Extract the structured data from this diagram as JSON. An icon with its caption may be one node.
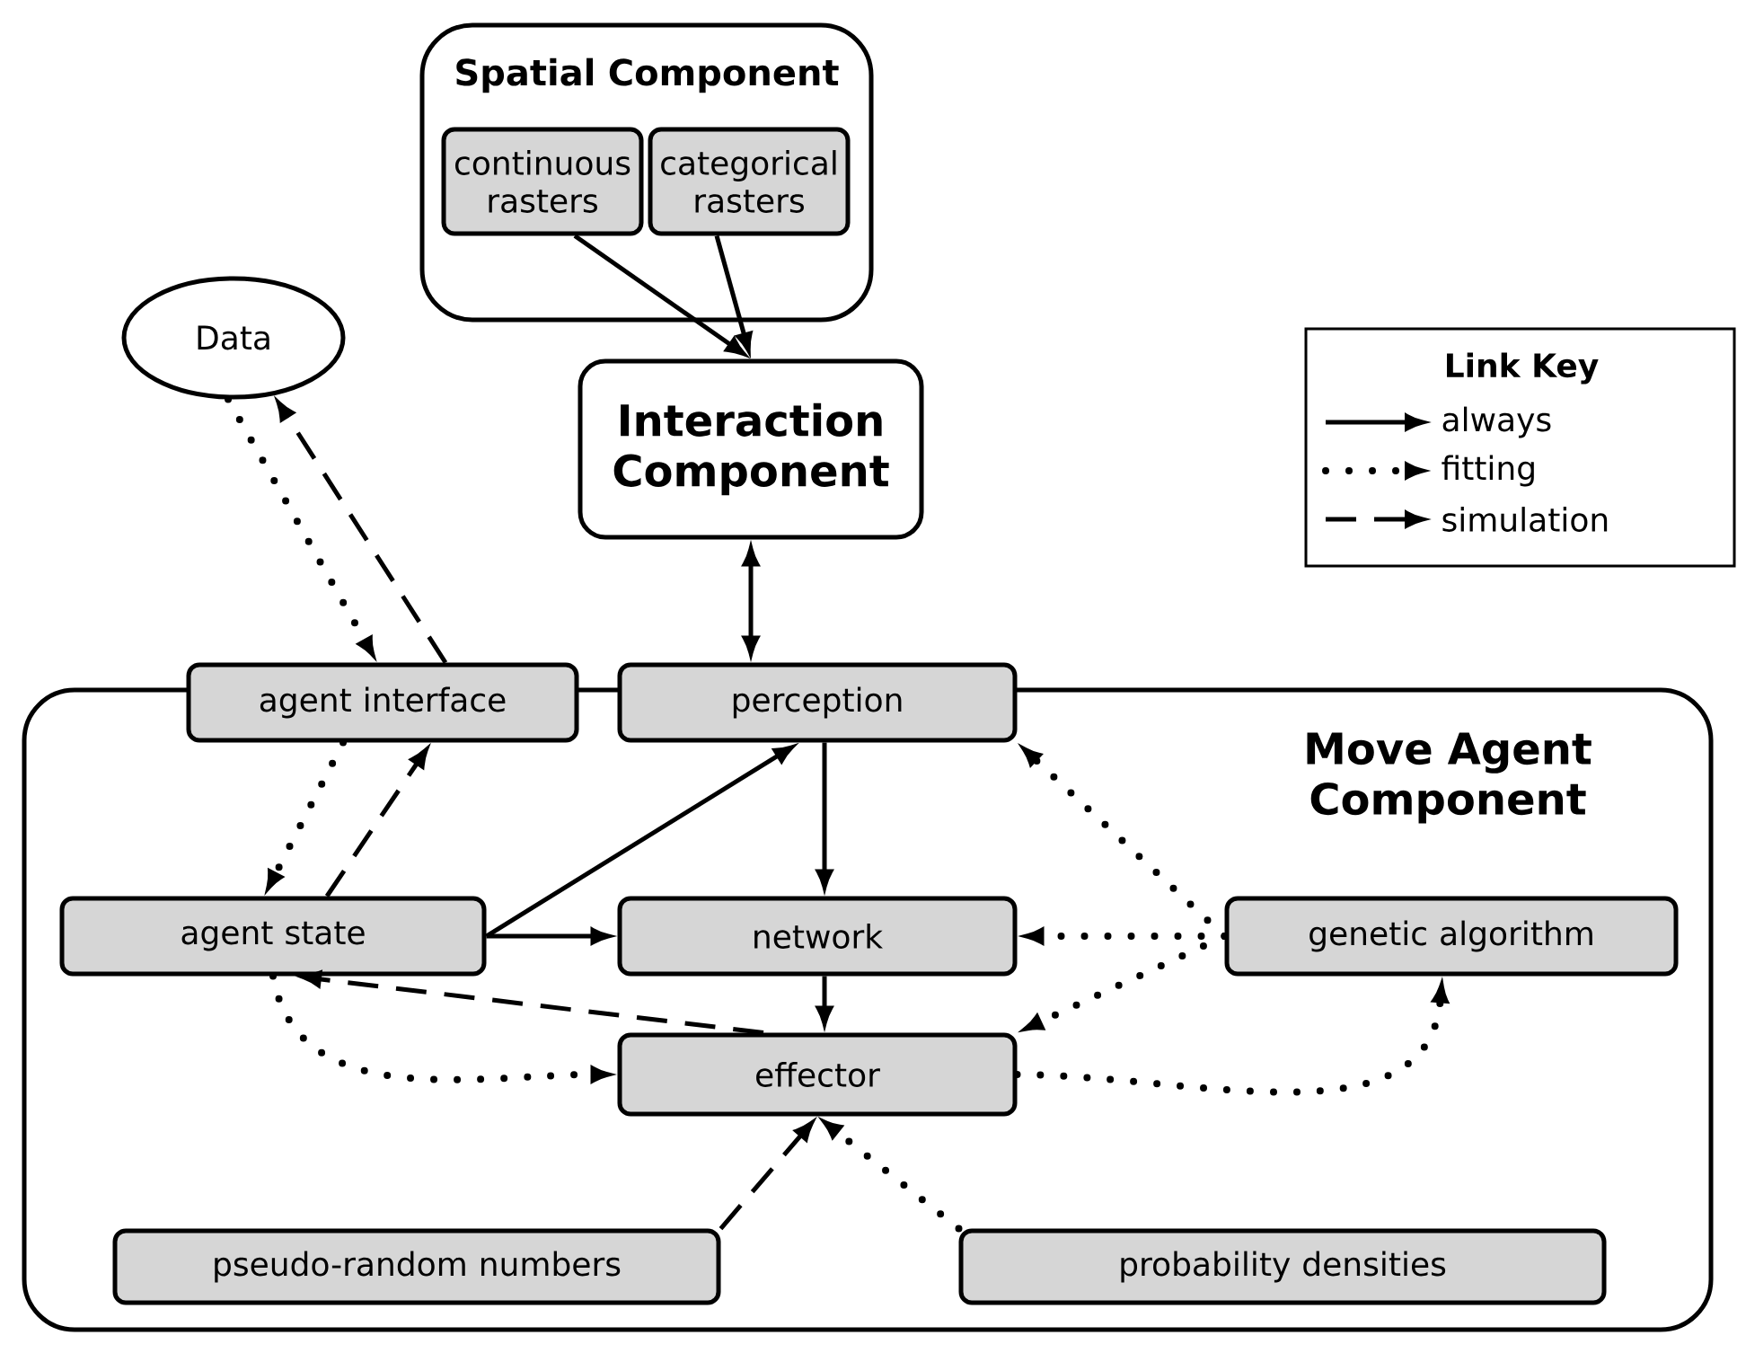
{
  "diagram": {
    "nodes": [
      {
        "text": [
          "Spatial Component"
        ]
      },
      {
        "text": [
          "continuous rasters"
        ],
        "in": 0
      },
      {
        "text": [
          "categorical rasters"
        ],
        "in": 0
      },
      {
        "text": [
          "Interaction Component"
        ]
      },
      {
        "text": [
          "Data"
        ]
      },
      {
        "text": [
          "agent interface"
        ]
      },
      {
        "text": [
          "perception"
        ]
      },
      {
        "text": [
          "Move Agent Component"
        ]
      },
      {
        "text": [
          "agent state"
        ],
        "in": 7
      },
      {
        "text": [
          "network"
        ],
        "in": 7
      },
      {
        "text": [
          "genetic algorithm"
        ],
        "in": 7
      },
      {
        "text": [
          "effector"
        ],
        "in": 7
      },
      {
        "text": [
          "pseudo-random numbers"
        ],
        "in": 7
      },
      {
        "text": [
          "probability densities"
        ],
        "in": 7
      }
    ],
    "edges": [
      {
        "from": 1,
        "to": 3,
        "arrow": "to"
      },
      {
        "from": 2,
        "to": 3,
        "arrow": "to"
      },
      {
        "from": 3,
        "to": 6,
        "arrow": "both"
      },
      {
        "from": 4,
        "to": 5,
        "arrow": "to",
        "style": "dashed"
      },
      {
        "from": 5,
        "to": 4,
        "arrow": "to",
        "style": "dashed"
      },
      {
        "from": 8,
        "to": 5,
        "arrow": "to",
        "style": "dashed"
      },
      {
        "from": 5,
        "to": 8,
        "arrow": "to",
        "style": "dashed"
      },
      {
        "from": 8,
        "to": 6,
        "arrow": "to"
      },
      {
        "from": 8,
        "to": 9,
        "arrow": "to"
      },
      {
        "from": 6,
        "to": 9,
        "arrow": "to"
      },
      {
        "from": 9,
        "to": 11,
        "arrow": "to"
      },
      {
        "from": 11,
        "to": 8,
        "arrow": "to",
        "style": "dashed"
      },
      {
        "from": 8,
        "to": 11,
        "arrow": "to",
        "style": "dashed"
      },
      {
        "from": 10,
        "to": 9,
        "arrow": "to",
        "style": "dashed"
      },
      {
        "from": 10,
        "to": 6,
        "arrow": "to",
        "style": "dashed"
      },
      {
        "from": 10,
        "to": 11,
        "arrow": "to",
        "style": "dashed"
      },
      {
        "from": 11,
        "to": 10,
        "arrow": "to",
        "style": "dashed"
      },
      {
        "from": 12,
        "to": 11,
        "arrow": "to",
        "style": "dashed"
      },
      {
        "from": 13,
        "to": 11,
        "arrow": "to",
        "style": "dashed"
      }
    ],
    "labels": [
      "Link Key"
    ],
    "legend": [
      {
        "text": "always"
      },
      {
        "text": "fitting"
      },
      {
        "text": "simulation"
      }
    ]
  }
}
